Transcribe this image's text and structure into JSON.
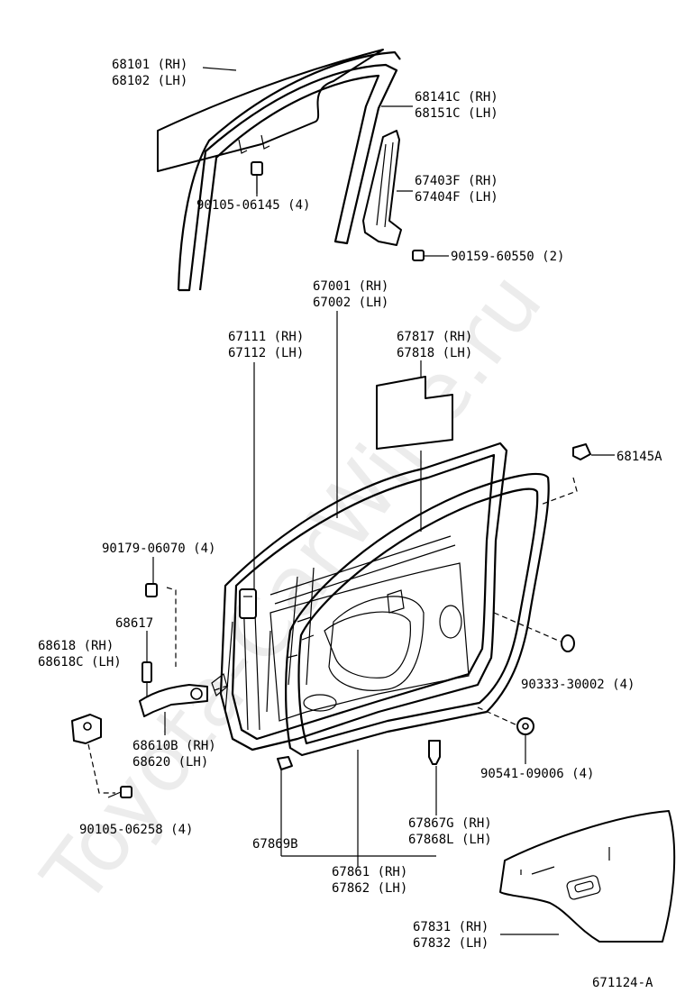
{
  "watermark": "Toyota-CarWine.ru",
  "figure_code": "671124-A",
  "labels": {
    "glass": [
      "68101 (RH)",
      "68102 (LH)"
    ],
    "bolt_glass": "90105-06145 (4)",
    "channel": [
      "68141C (RH)",
      "68151C (LH)"
    ],
    "rear_channel": [
      "67403F (RH)",
      "67404F (LH)"
    ],
    "bolt_channel": "90159-60550 (2)",
    "door_panel": [
      "67001 (RH)",
      "67002 (LH)"
    ],
    "door_frame": [
      "67111 (RH)",
      "67112 (LH)"
    ],
    "service_hole_cover": [
      "67817 (RH)",
      "67818 (LH)"
    ],
    "plug_top": "68145A",
    "bolt_hinge_top": "90179-06070 (4)",
    "pin": "68617",
    "hinge": [
      "68618  (RH)",
      "68618C (LH)"
    ],
    "plug_mid": "90333-30002 (4)",
    "check_assy": [
      "68610B (RH)",
      "68620  (LH)"
    ],
    "plug_lower": "90541-09006 (4)",
    "bolt_hinge_bottom": "90105-06258 (4)",
    "clip_a": "67869B",
    "clip_b": [
      "67867G (RH)",
      "67868L (LH)"
    ],
    "weatherstrip": [
      "67861 (RH)",
      "67862 (LH)"
    ],
    "trim_board": [
      "67831 (RH)",
      "67832 (LH)"
    ]
  }
}
